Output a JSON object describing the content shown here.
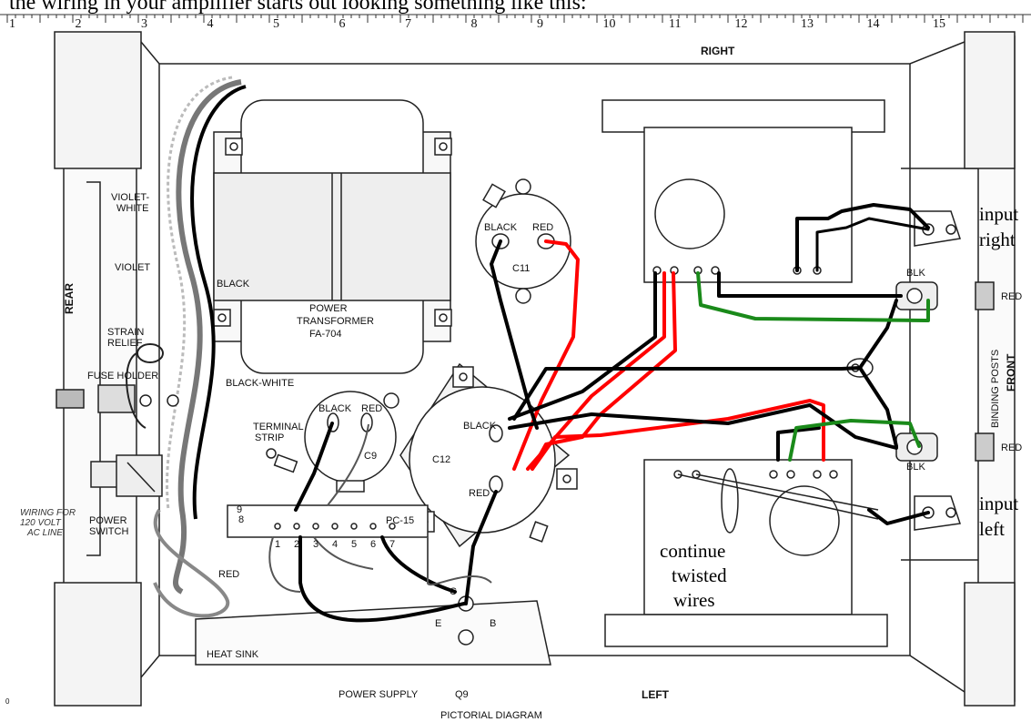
{
  "header_text": "the wiring in your amplifier starts out looking something like this:",
  "ruler": {
    "numbers": [
      "1",
      "2",
      "3",
      "4",
      "5",
      "6",
      "7",
      "8",
      "9",
      "10",
      "11",
      "12",
      "13",
      "14",
      "15"
    ]
  },
  "panels": {
    "right": "RIGHT",
    "left": "LEFT",
    "rear": "REAR",
    "front": "FRONT"
  },
  "labels": {
    "violet_white_1": "VIOLET-",
    "violet_white_2": "WHITE",
    "violet": "VIOLET",
    "black": "BLACK",
    "black_white": "BLACK-WHITE",
    "strain_relief_1": "STRAIN",
    "strain_relief_2": "RELIEF",
    "fuse_holder": "FUSE HOLDER",
    "power_switch_1": "POWER",
    "power_switch_2": "SWITCH",
    "wiring_note_1": "WIRING FOR",
    "wiring_note_2": "120 VOLT",
    "wiring_note_3": "AC LINE",
    "terminal_strip_1": "TERMINAL",
    "terminal_strip_2": "STRIP",
    "red_wire": "RED",
    "transformer_1": "POWER",
    "transformer_2": "TRANSFORMER",
    "transformer_3": "FA-704",
    "c9_black": "BLACK",
    "c9_red": "RED",
    "c9_name": "C9",
    "c11_black": "BLACK",
    "c11_red": "RED",
    "c11_name": "C11",
    "c12_name": "C12",
    "c12_black": "BLACK",
    "c12_red": "RED",
    "pc15": "PC-15",
    "heat_sink": "HEAT SINK",
    "power_supply": "POWER SUPPLY",
    "q9": "Q9",
    "pictorial": "PICTORIAL DIAGRAM",
    "binding_posts": "BINDING   POSTS",
    "blk_1": "BLK",
    "blk_2": "BLK",
    "red_post_1": "RED",
    "red_post_2": "RED",
    "input_right_1": "input",
    "input_right_2": "right",
    "input_left_1": "input",
    "input_left_2": "left",
    "continue_1": "continue",
    "continue_2": "twisted",
    "continue_3": "wires",
    "term_e": "E",
    "term_b": "B",
    "term_c": "C",
    "pin_9": "9",
    "pin_8": "8",
    "corner_zero": "0"
  },
  "pc15_pins": [
    "1",
    "2",
    "3",
    "4",
    "5",
    "6",
    "7"
  ],
  "colors": {
    "red_wire": "#ff0000",
    "green_wire": "#1a8a1a",
    "black_wire": "#000000"
  }
}
